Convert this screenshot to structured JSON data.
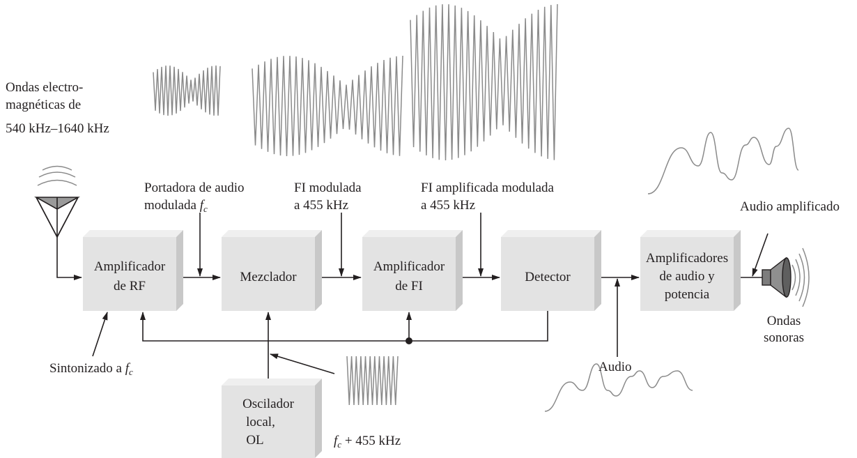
{
  "input_label": {
    "line1": "Ondas electro-",
    "line2": "magnéticas de",
    "line3": "540 kHz–1640 kHz"
  },
  "blocks": {
    "rf_amp": [
      "Amplificador",
      "de RF"
    ],
    "mixer": [
      "Mezclador"
    ],
    "if_amp": [
      "Amplificador",
      "de FI"
    ],
    "detector": [
      "Detector"
    ],
    "audio_amp": [
      "Amplificadores",
      "de audio y",
      "potencia"
    ],
    "oscillator": [
      "Oscilador",
      "local,",
      "OL"
    ]
  },
  "signal_labels": {
    "carrier_1": "Portadora de audio",
    "carrier_2": "modulada ",
    "fc": "f",
    "fc_sub": "c",
    "if_mod_1": "FI modulada",
    "if_mod_2": "a 455 kHz",
    "if_amp_mod_1": "FI amplificada modulada",
    "if_amp_mod_2": "a 455 kHz",
    "audio_amplified": "Audio amplificado",
    "tuned": "Sintonizado a ",
    "audio": "Audio",
    "lo_freq_suffix": " + 455 kHz",
    "sound_1": "Ondas",
    "sound_2": "sonoras"
  },
  "colors": {
    "block_face": "#e3e3e3",
    "waveform": "#8a8a8a",
    "line": "#231f20"
  },
  "icons": [
    "antenna-icon",
    "speaker-icon"
  ]
}
